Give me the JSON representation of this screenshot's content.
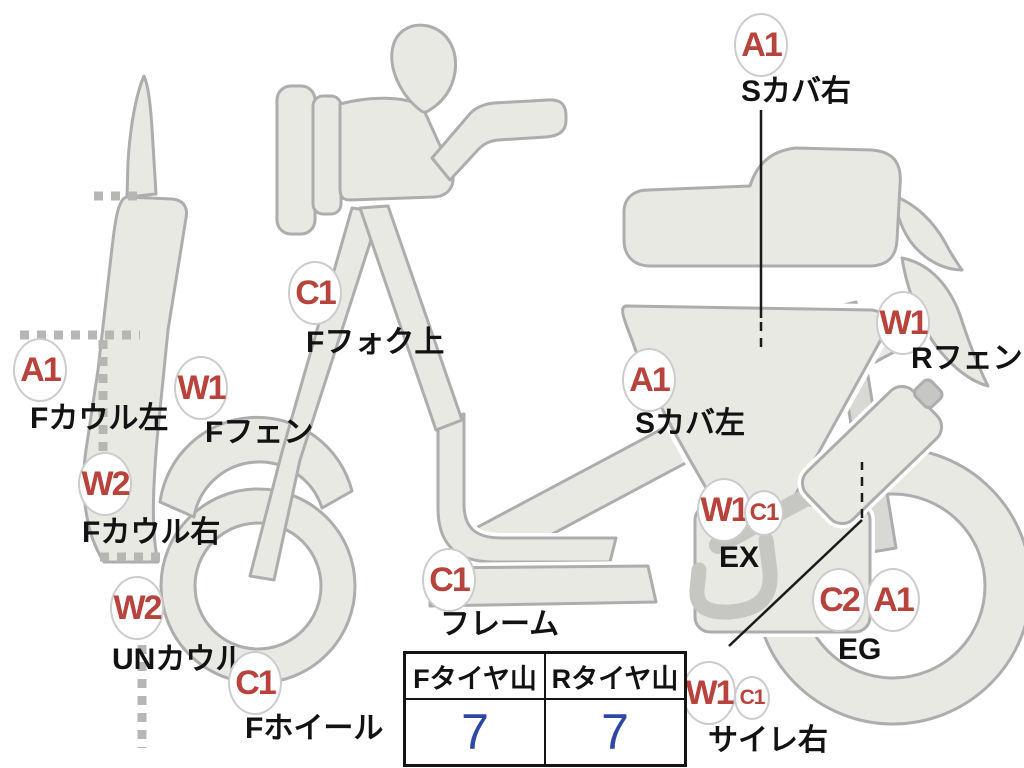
{
  "diagram": {
    "type": "vehicle-condition-map",
    "vehicle": "scooter",
    "markers": [
      {
        "code": "A1",
        "label": "Sカバ右"
      },
      {
        "code": "C1",
        "label": "Fフォク上"
      },
      {
        "code": "A1",
        "label": "Fカウル左"
      },
      {
        "code": "W1",
        "label": "Fフェン"
      },
      {
        "code": "A1",
        "label": "Sカバ左"
      },
      {
        "code": "W1",
        "label": "Rフェン"
      },
      {
        "code": "W2",
        "label": "Fカウル右"
      },
      {
        "code": "W2",
        "label": "UNカウル"
      },
      {
        "code": "C1",
        "label": "Fホイール"
      },
      {
        "code": "C1",
        "label": "フレーム"
      },
      {
        "code": "W1",
        "code2": "C1",
        "label": "EX"
      },
      {
        "code": "C2",
        "code2": "A1",
        "label": "EG"
      },
      {
        "code": "W1",
        "code2": "C1",
        "label": "サイレ右"
      }
    ],
    "tire_table": {
      "headers": [
        "Fタイヤ山",
        "Rタイヤ山"
      ],
      "values": [
        "7",
        "7"
      ]
    },
    "colors": {
      "marker_text": "#b8423c",
      "tire_value_text": "#2e46a5",
      "body_fill": "#e9e9e4",
      "body_stroke": "#adadad"
    }
  }
}
